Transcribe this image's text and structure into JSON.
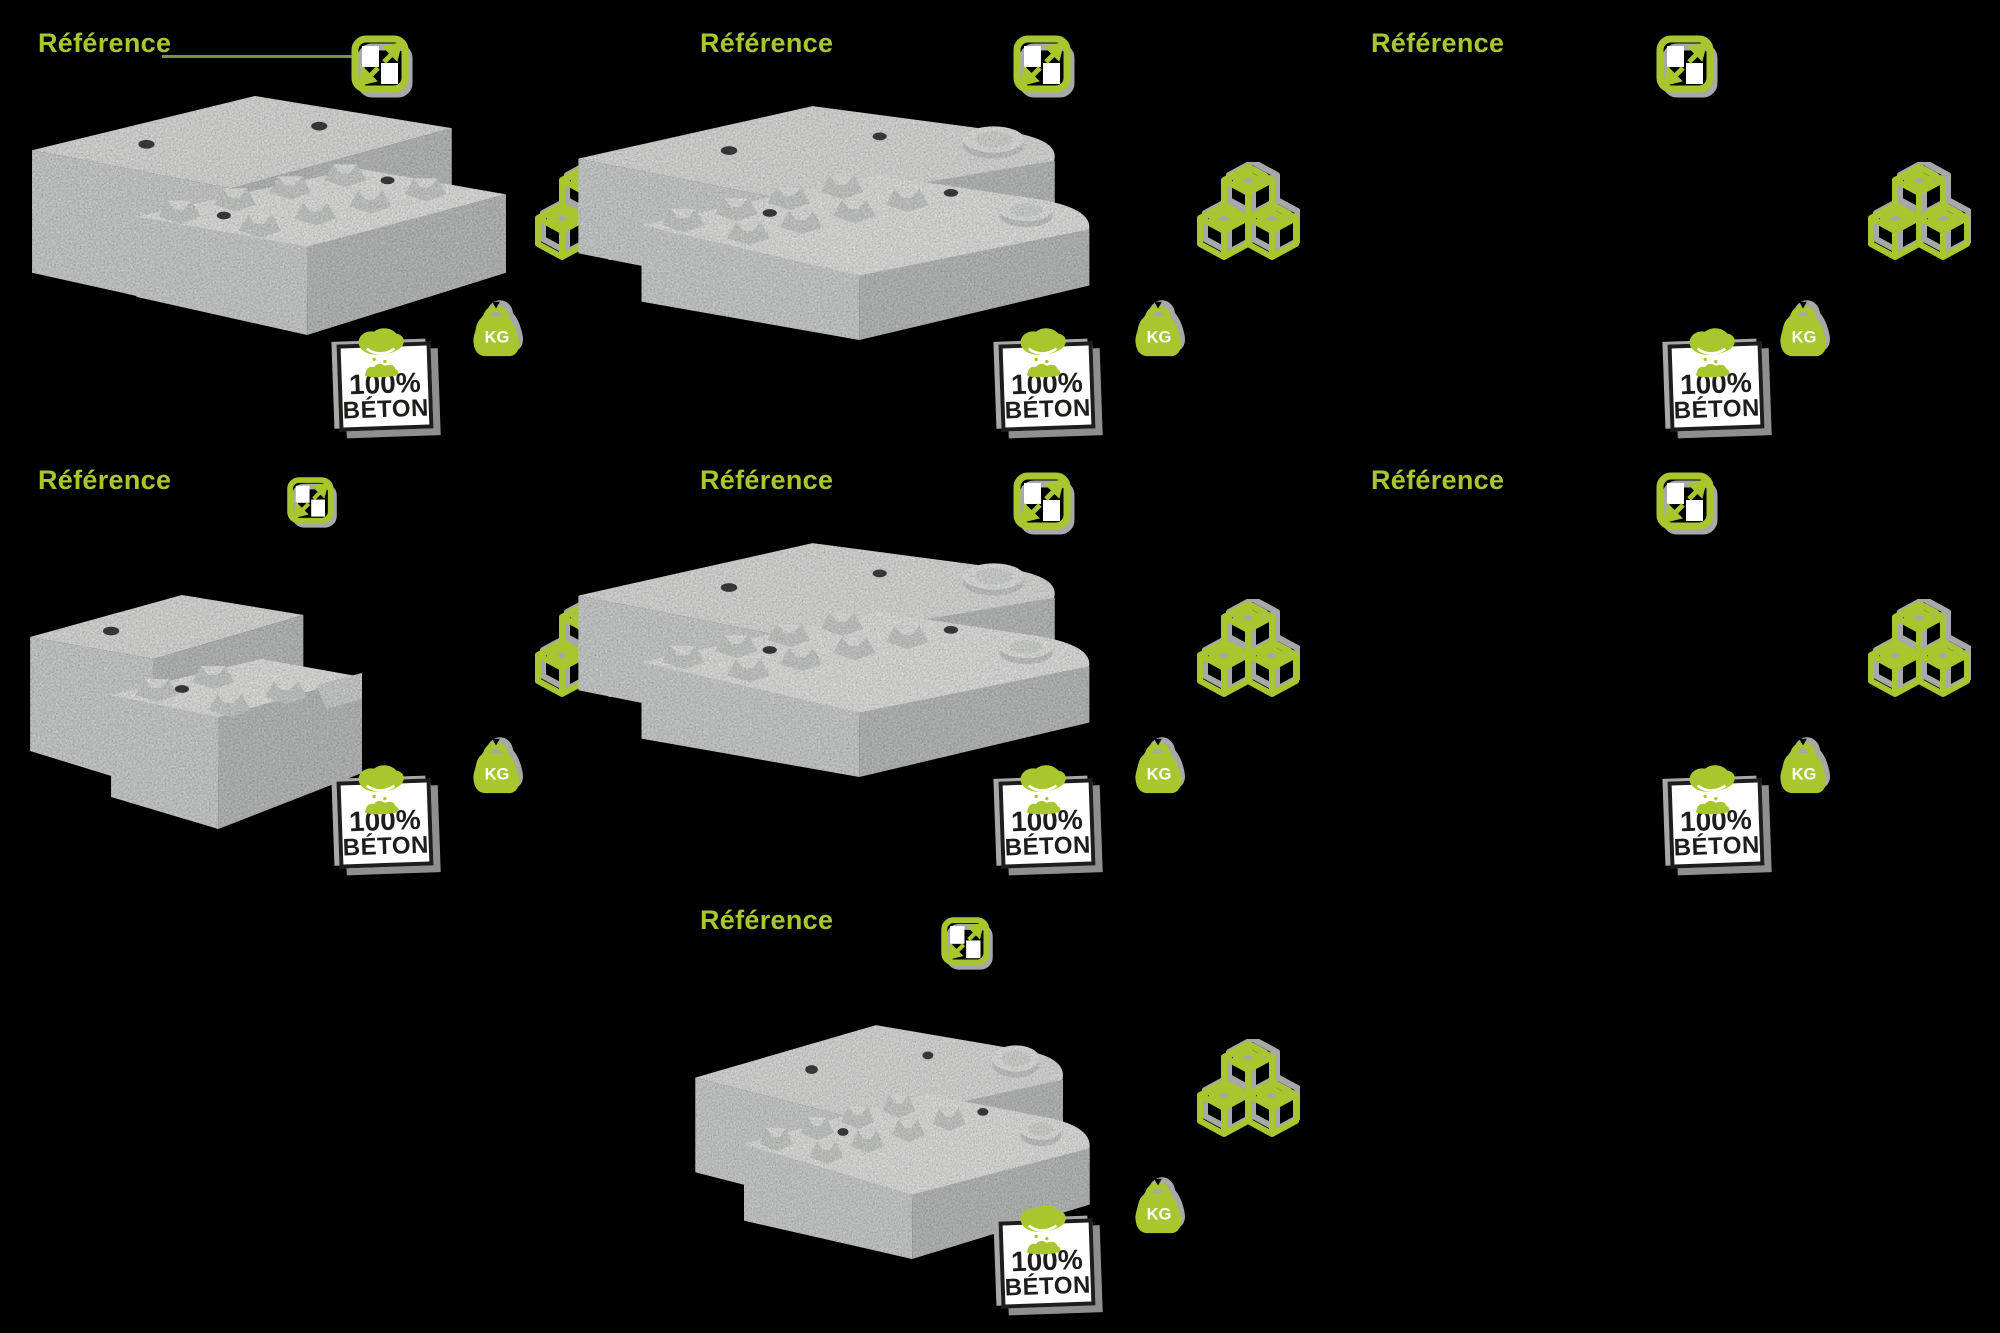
{
  "colors": {
    "background": "#000000",
    "accent_green": "#a8c72f",
    "leader_line_olive": "#7e9140",
    "badge_ink": "#1d1d1b",
    "badge_paper": "#ffffff",
    "icon_shadow_gray": "#a8a8a8",
    "concrete_top_light": "#d6d7d5",
    "concrete_top_lighter": "#dcdddb",
    "concrete_front_mid": "#c8cac9",
    "concrete_side_dark": "#b5b8b7",
    "concrete_hole_dark": "#3e3e3e"
  },
  "icons": {
    "dimensions": "expand-arrows-in-square-icon",
    "stacking": "three-stacked-wireframe-cubes-icon",
    "weight": "kg-kettlebell-weight-icon",
    "material_badge": "hand-pouring-concrete-icon"
  },
  "cards": [
    {
      "id": "r1c1",
      "reference_label": "Référence",
      "kg_label": "KG",
      "badge_line1": "100%",
      "badge_line2": "BÉTON",
      "has_leader_line": true,
      "image": "concrete-block-pair-long-studded"
    },
    {
      "id": "r1c2",
      "reference_label": "Référence",
      "kg_label": "KG",
      "badge_line1": "100%",
      "badge_line2": "BÉTON",
      "has_leader_line": false,
      "image": "concrete-block-pair-rounded-end"
    },
    {
      "id": "r1c3",
      "reference_label": "Référence",
      "kg_label": "KG",
      "badge_line1": "100%",
      "badge_line2": "BÉTON",
      "has_leader_line": false,
      "image": null
    },
    {
      "id": "r2c1",
      "reference_label": "Référence",
      "kg_label": "KG",
      "badge_line1": "100%",
      "badge_line2": "BÉTON",
      "has_leader_line": false,
      "image": "concrete-block-pair-short-studded"
    },
    {
      "id": "r2c2",
      "reference_label": "Référence",
      "kg_label": "KG",
      "badge_line1": "100%",
      "badge_line2": "BÉTON",
      "has_leader_line": false,
      "image": "concrete-block-pair-rounded-end"
    },
    {
      "id": "r2c3",
      "reference_label": "Référence",
      "kg_label": "KG",
      "badge_line1": "100%",
      "badge_line2": "BÉTON",
      "has_leader_line": false,
      "image": null
    },
    {
      "id": "r3c2",
      "reference_label": "Référence",
      "kg_label": "KG",
      "badge_line1": "100%",
      "badge_line2": "BÉTON",
      "has_leader_line": false,
      "image": "concrete-block-pair-rounded-corner"
    }
  ]
}
